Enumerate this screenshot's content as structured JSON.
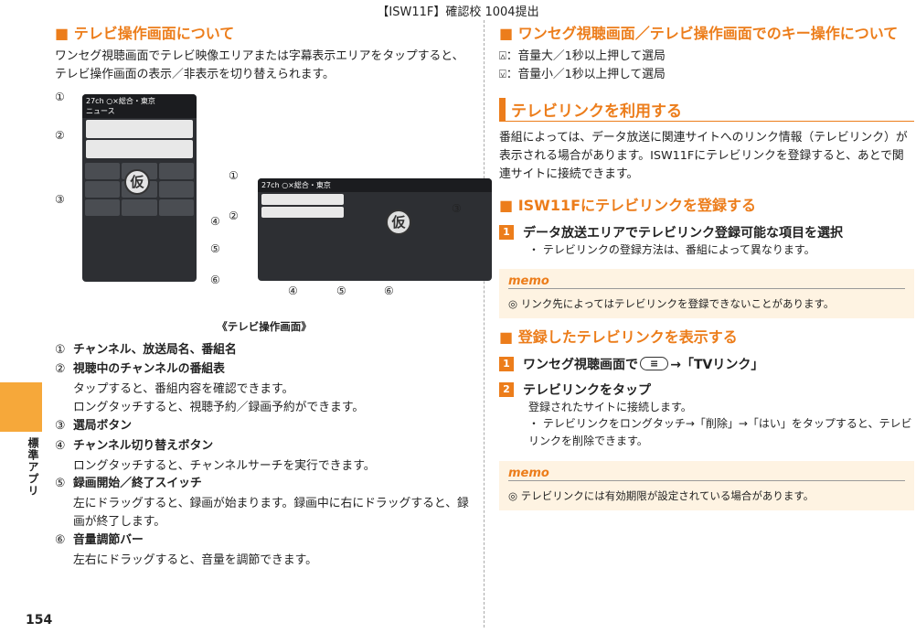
{
  "header": "【ISW11F】確認校 1004提出",
  "side_label": "標準アプリ",
  "page_number": "154",
  "left": {
    "title": "■ テレビ操作画面について",
    "intro": "ワンセグ視聴画面でテレビ映像エリアまたは字幕表示エリアをタップすると、テレビ操作画面の表示／非表示を切り替えられます。",
    "figure": {
      "channel": "27ch",
      "station": "○×総合・東京",
      "program": "ニュース",
      "kari": "仮",
      "callouts": [
        "①",
        "②",
        "③",
        "④",
        "⑤",
        "⑥"
      ],
      "caption": "《テレビ操作画面》"
    },
    "items": [
      {
        "num": "①",
        "title": "チャンネル、放送局名、番組名",
        "desc": []
      },
      {
        "num": "②",
        "title": "視聴中のチャンネルの番組表",
        "desc": [
          "タップすると、番組内容を確認できます。",
          "ロングタッチすると、視聴予約／録画予約ができます。"
        ]
      },
      {
        "num": "③",
        "title": "選局ボタン",
        "desc": []
      },
      {
        "num": "④",
        "title": "チャンネル切り替えボタン",
        "desc": [
          "ロングタッチすると、チャンネルサーチを実行できます。"
        ]
      },
      {
        "num": "⑤",
        "title": "録画開始／終了スイッチ",
        "desc": [
          "左にドラッグすると、録画が始まります。録画中に右にドラッグすると、録画が終了します。"
        ]
      },
      {
        "num": "⑥",
        "title": "音量調節バー",
        "desc": [
          "左右にドラッグすると、音量を調節できます。"
        ]
      }
    ]
  },
  "right": {
    "key_title": "■ ワンセグ視聴画面／テレビ操作画面でのキー操作について",
    "key_up": "：音量大／1秒以上押して選局",
    "key_down": "：音量小／1秒以上押して選局",
    "link_title": "テレビリンクを利用する",
    "link_intro": "番組によっては、データ放送に関連サイトへのリンク情報（テレビリンク）が表示される場合があります。ISW11Fにテレビリンクを登録すると、あとで関連サイトに接続できます。",
    "reg_title": "■ ISW11Fにテレビリンクを登録する",
    "reg_step1": "データ放送エリアでテレビリンク登録可能な項目を選択",
    "reg_step1_bullet": "・ テレビリンクの登録方法は、番組によって異なります。",
    "memo_label": "memo",
    "memo1": "◎ リンク先によってはテレビリンクを登録できないことがあります。",
    "show_title": "■ 登録したテレビリンクを表示する",
    "show_step1_a": "ワンセグ視聴画面で",
    "show_step1_b": "→「TVリンク」",
    "show_step2": "テレビリンクをタップ",
    "show_step2_desc": "登録されたサイトに接続します。",
    "show_step2_bullet": "・ テレビリンクをロングタッチ→「削除」→「はい」をタップすると、テレビリンクを削除できます。",
    "memo2": "◎ テレビリンクには有効期限が設定されている場合があります。",
    "step_nums": [
      "1",
      "2"
    ]
  },
  "colors": {
    "accent": "#ec7d1b",
    "memo_bg": "#fef3e2"
  }
}
